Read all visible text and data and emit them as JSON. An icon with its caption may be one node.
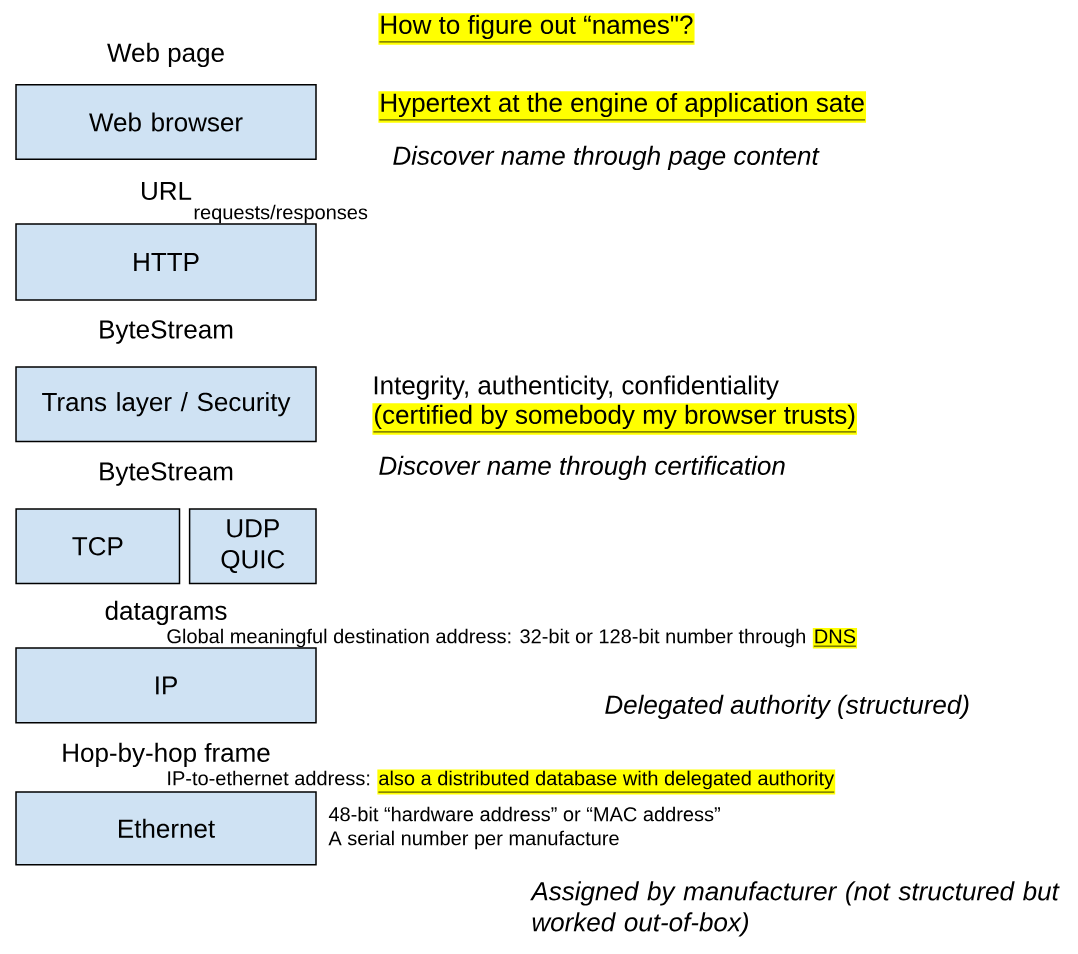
{
  "diagram": {
    "title": "How to figure out “names\"?",
    "nodes": [
      {
        "text": [
          "Web browser"
        ]
      },
      {
        "text": [
          "HTTP"
        ]
      },
      {
        "text": [
          "Trans layer / Security"
        ]
      },
      {
        "text": [
          "TCP"
        ]
      },
      {
        "text": [
          "UDP QUIC"
        ]
      },
      {
        "text": [
          "IP"
        ]
      },
      {
        "text": [
          "Ethernet"
        ]
      }
    ],
    "labels": [
      "Web page",
      "Hypertext at the engine of application sate",
      "Discover name through page content",
      "URL",
      "requests/responses",
      "ByteStream",
      "Integrity, authenticity, confidentiality",
      "(certified by somebody my browser trusts)",
      "Discover name through certification",
      "ByteStream",
      "datagrams",
      "Global meaningful destination address: 32-bit or 128-bit number through",
      "DNS",
      "Delegated authority (structured)",
      "Hop-by-hop frame",
      "IP-to-ethernet address:",
      "also a distributed database with delegated authority",
      "48-bit “hardware address” or “MAC address”",
      "A serial number per manufacture",
      "Assigned by manufacturer (not structured but worked out-of-box)"
    ]
  }
}
